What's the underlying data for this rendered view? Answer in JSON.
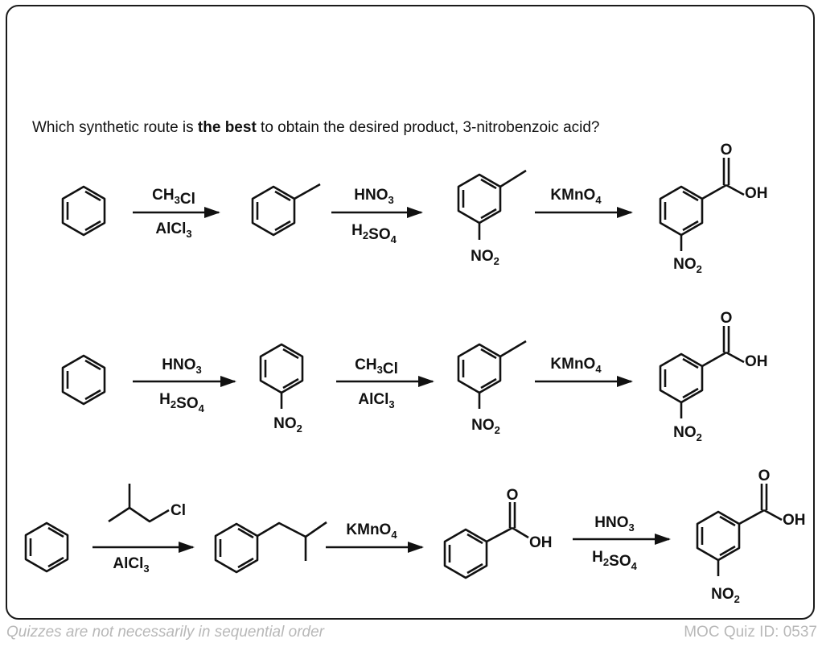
{
  "question": {
    "prefix": "Which synthetic route is ",
    "emphasis": "the best",
    "suffix": " to obtain the desired product, 3-nitrobenzoic acid?"
  },
  "routes": [
    {
      "name": "route-1",
      "steps": [
        {
          "top": "CH3Cl",
          "bottom": "AlCl3"
        },
        {
          "top": "HNO3",
          "bottom": "H2SO4"
        },
        {
          "top": "KMnO4",
          "bottom": ""
        }
      ]
    },
    {
      "name": "route-2",
      "steps": [
        {
          "top": "HNO3",
          "bottom": "H2SO4"
        },
        {
          "top": "CH3Cl",
          "bottom": "AlCl3"
        },
        {
          "top": "KMnO4",
          "bottom": ""
        }
      ]
    },
    {
      "name": "route-3",
      "steps": [
        {
          "top": "1-chloro-2-methylpropane",
          "bottom": "AlCl3"
        },
        {
          "top": "KMnO4",
          "bottom": ""
        },
        {
          "top": "HNO3",
          "bottom": "H2SO4"
        }
      ]
    }
  ],
  "atom_labels": {
    "oxygen": "O",
    "hydroxyl": "OH",
    "nitro": "NO2",
    "chlorine": "Cl"
  },
  "footer": {
    "left": "Quizzes are not necessarily in sequential order",
    "right": "MOC Quiz ID: 0537"
  }
}
